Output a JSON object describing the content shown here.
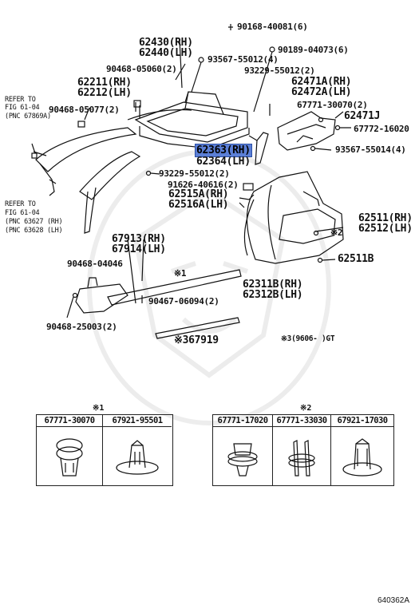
{
  "labels": {
    "p90168": "90168-40081(6)",
    "p90189": "90189-04073(6)",
    "p62430": "62430(RH)",
    "p62440": "62440(LH)",
    "p93567a": "93567-55012(4)",
    "p90468a": "90468-05060(2)",
    "p93229a": "93229-55012(2)",
    "p62211": "62211(RH)",
    "p62212": "62212(LH)",
    "p62471a": "62471A(RH)",
    "p62472a": "62472A(LH)",
    "p90468b": "90468-05077(2)",
    "p67771a": "67771-30070(2)",
    "p62471j": "62471J",
    "p67772": "67772-16020",
    "refer1_a": "REFER TO",
    "refer1_b": "FIG 61-04",
    "refer1_c": "(PNC 67869A)",
    "p62363": "62363(RH)",
    "p62364": "62364(LH)",
    "p93567b": "93567-55014(4)",
    "p93229b": "93229-55012(2)",
    "p91626": "91626-40616(2)",
    "p62515a": "62515A(RH)",
    "p62516a": "62516A(LH)",
    "refer2_a": "REFER TO",
    "refer2_b": "FIG 61-04",
    "refer2_c": "(PNC 63627 (RH)",
    "refer2_d": "(PNC 63628 (LH)",
    "p62511": "62511(RH)",
    "p62512": "62512(LH)",
    "mark2_inline": "※2",
    "p67913": "67913(RH)",
    "p67914": "67914(LH)",
    "p62511b": "62511B",
    "p90468c": "90468-04046",
    "mark1_inline": "※1",
    "p62311b": "62311B(RH)",
    "p62312b": "62312B(LH)",
    "p90467": "90467-06094(2)",
    "p90468d": "90468-25003(2)",
    "p67919": "※367919",
    "note3": "※3(9606-    )GT"
  },
  "tables": {
    "t1": {
      "mark": "※1",
      "headers": [
        "67771-30070",
        "67921-95501"
      ]
    },
    "t2": {
      "mark": "※2",
      "headers": [
        "67771-17020",
        "67771-33030",
        "67921-17030"
      ]
    }
  },
  "figure_id": "640362A",
  "colors": {
    "highlight": "#5b7fd6",
    "ink": "#111111"
  }
}
